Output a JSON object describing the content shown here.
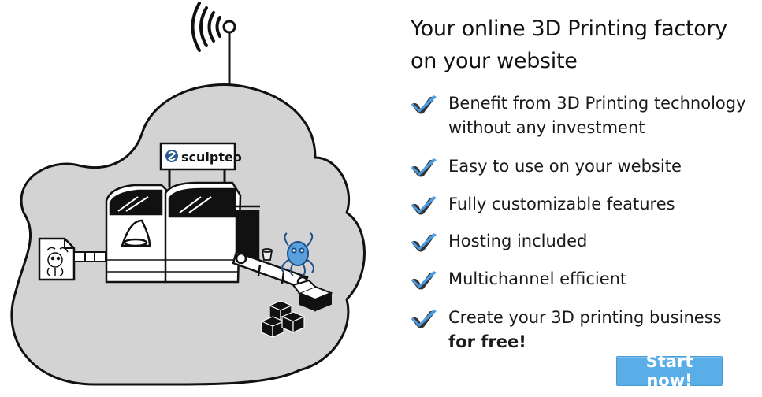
{
  "headline": "Your online 3D Printing factory on your website",
  "illustration": {
    "logo_text": "sculpteo",
    "icons": [
      "antenna-icon",
      "cloud-shape",
      "model-file-icon",
      "printer-machine",
      "conveyor-belt",
      "octopus-figure",
      "cup-figure",
      "open-box-icon",
      "stacked-boxes-icon"
    ]
  },
  "features": [
    {
      "lines": [
        "Benefit from 3D Printing technology",
        "without any investment"
      ],
      "icon": "blue-check-icon"
    },
    {
      "lines": [
        "Easy to use on your website"
      ],
      "icon": "blue-check-icon"
    },
    {
      "lines": [
        "Fully customizable features"
      ],
      "icon": "blue-check-icon"
    },
    {
      "lines": [
        "Hosting included"
      ],
      "icon": "blue-check-icon"
    },
    {
      "lines": [
        "Multichannel efficient"
      ],
      "icon": "blue-check-icon"
    },
    {
      "lines": [
        "Create your 3D printing business"
      ],
      "bold_line": "for free!",
      "icon": "blue-check-icon"
    }
  ],
  "cta": {
    "label": "Start now!"
  },
  "colors": {
    "accent": "#4a9be0",
    "cloud_fill": "#d3d3d3",
    "cta_bg": "#5aaee8"
  }
}
